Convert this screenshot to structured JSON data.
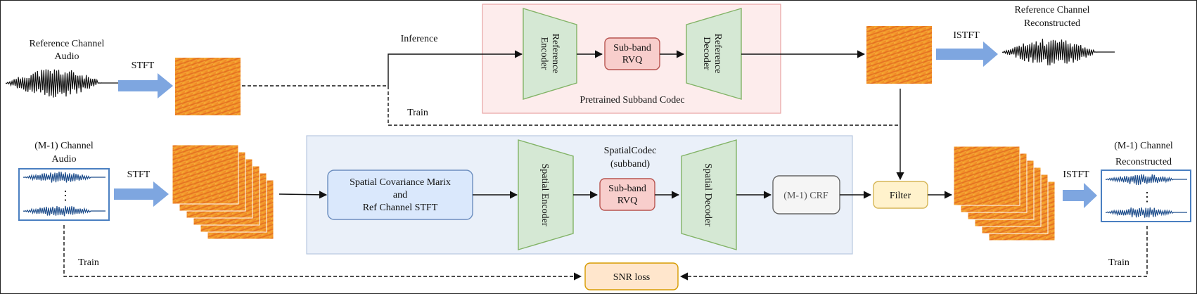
{
  "colors": {
    "codec_bg": "#fdecec",
    "codec_border": "#e8a3a3",
    "spatial_bg": "#eaf0f9",
    "spatial_border": "#b8c8e0",
    "encoder_fill": "#d5e8d4",
    "encoder_stroke": "#82b366",
    "rvq_fill": "#f8cecc",
    "rvq_stroke": "#b85450",
    "scm_fill": "#dae8fc",
    "scm_stroke": "#6c8ebf",
    "crf_fill": "#f5f5f5",
    "crf_stroke": "#666666",
    "filter_fill": "#fff2cc",
    "filter_stroke": "#d6b656",
    "snr_fill": "#ffe6cc",
    "snr_stroke": "#d79b00",
    "big_arrow": "#7ea6e0",
    "waveform_black": "#111111",
    "waveform_blue": "#1f4e8c",
    "spectrogram": "#f2a33a"
  },
  "labels": {
    "ref_audio": [
      "Reference Channel",
      "Audio"
    ],
    "stft_top": "STFT",
    "inference": "Inference",
    "train_top": "Train",
    "ref_encoder": [
      "Reference",
      "Encoder"
    ],
    "subband_rvq_top": [
      "Sub-band",
      "RVQ"
    ],
    "ref_decoder": [
      "Reference",
      "Decoder"
    ],
    "pretrained_codec": "Pretrained Subband Codec",
    "istft_top": "ISTFT",
    "ref_reconstructed": [
      "Reference Channel",
      "Reconstructed"
    ],
    "m1_audio": [
      "(M-1) Channel",
      "Audio"
    ],
    "stft_bottom": "STFT",
    "spatial_codec": [
      "SpatialCodec",
      "(subband)"
    ],
    "scm": [
      "Spatial Covariance Marix",
      "and",
      "Ref Channel STFT"
    ],
    "spatial_encoder": "Spatial Encoder",
    "subband_rvq_bottom": [
      "Sub-band",
      "RVQ"
    ],
    "spatial_decoder": "Spatial Decoder",
    "crf": "(M-1) CRF",
    "filter": "Filter",
    "istft_bottom": "ISTFT",
    "m1_reconstructed": [
      "(M-1) Channel",
      "Reconstructed"
    ],
    "train_left": "Train",
    "train_right": "Train",
    "snr_loss": "SNR loss",
    "ellipsis": "⋮"
  }
}
